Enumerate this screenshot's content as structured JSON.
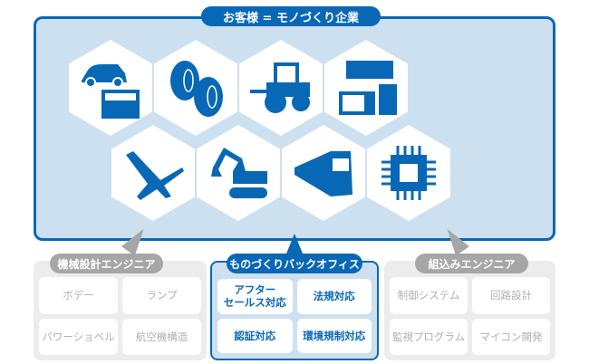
{
  "title": "お客様 = モノづくり企業",
  "industries": [
    {
      "icon": "car-icon"
    },
    {
      "icon": "tire-icon"
    },
    {
      "icon": "tractor-icon"
    },
    {
      "icon": "home-appliance-icon"
    },
    {
      "icon": "airplane-icon"
    },
    {
      "icon": "excavator-icon"
    },
    {
      "icon": "train-icon"
    },
    {
      "icon": "chip-icon"
    }
  ],
  "panels": {
    "mechanical": {
      "label": "機械設計エンジニア",
      "items": [
        "ボデー",
        "ランプ",
        "パワーショベル",
        "航空機構造"
      ]
    },
    "backoffice": {
      "label": "ものづくりバックオフィス",
      "items": [
        "アフター\nセールス対応",
        "法規対応",
        "認証対応",
        "環境規制対応"
      ]
    },
    "embedded": {
      "label": "組込みエンジニア",
      "items": [
        "制御システム",
        "回路設計",
        "監視プログラム",
        "マイコン開発"
      ]
    }
  },
  "colors": {
    "accent": "#0868b6",
    "panel_bg": "#cde0f0",
    "gray_pill": "#a6a6a6"
  }
}
